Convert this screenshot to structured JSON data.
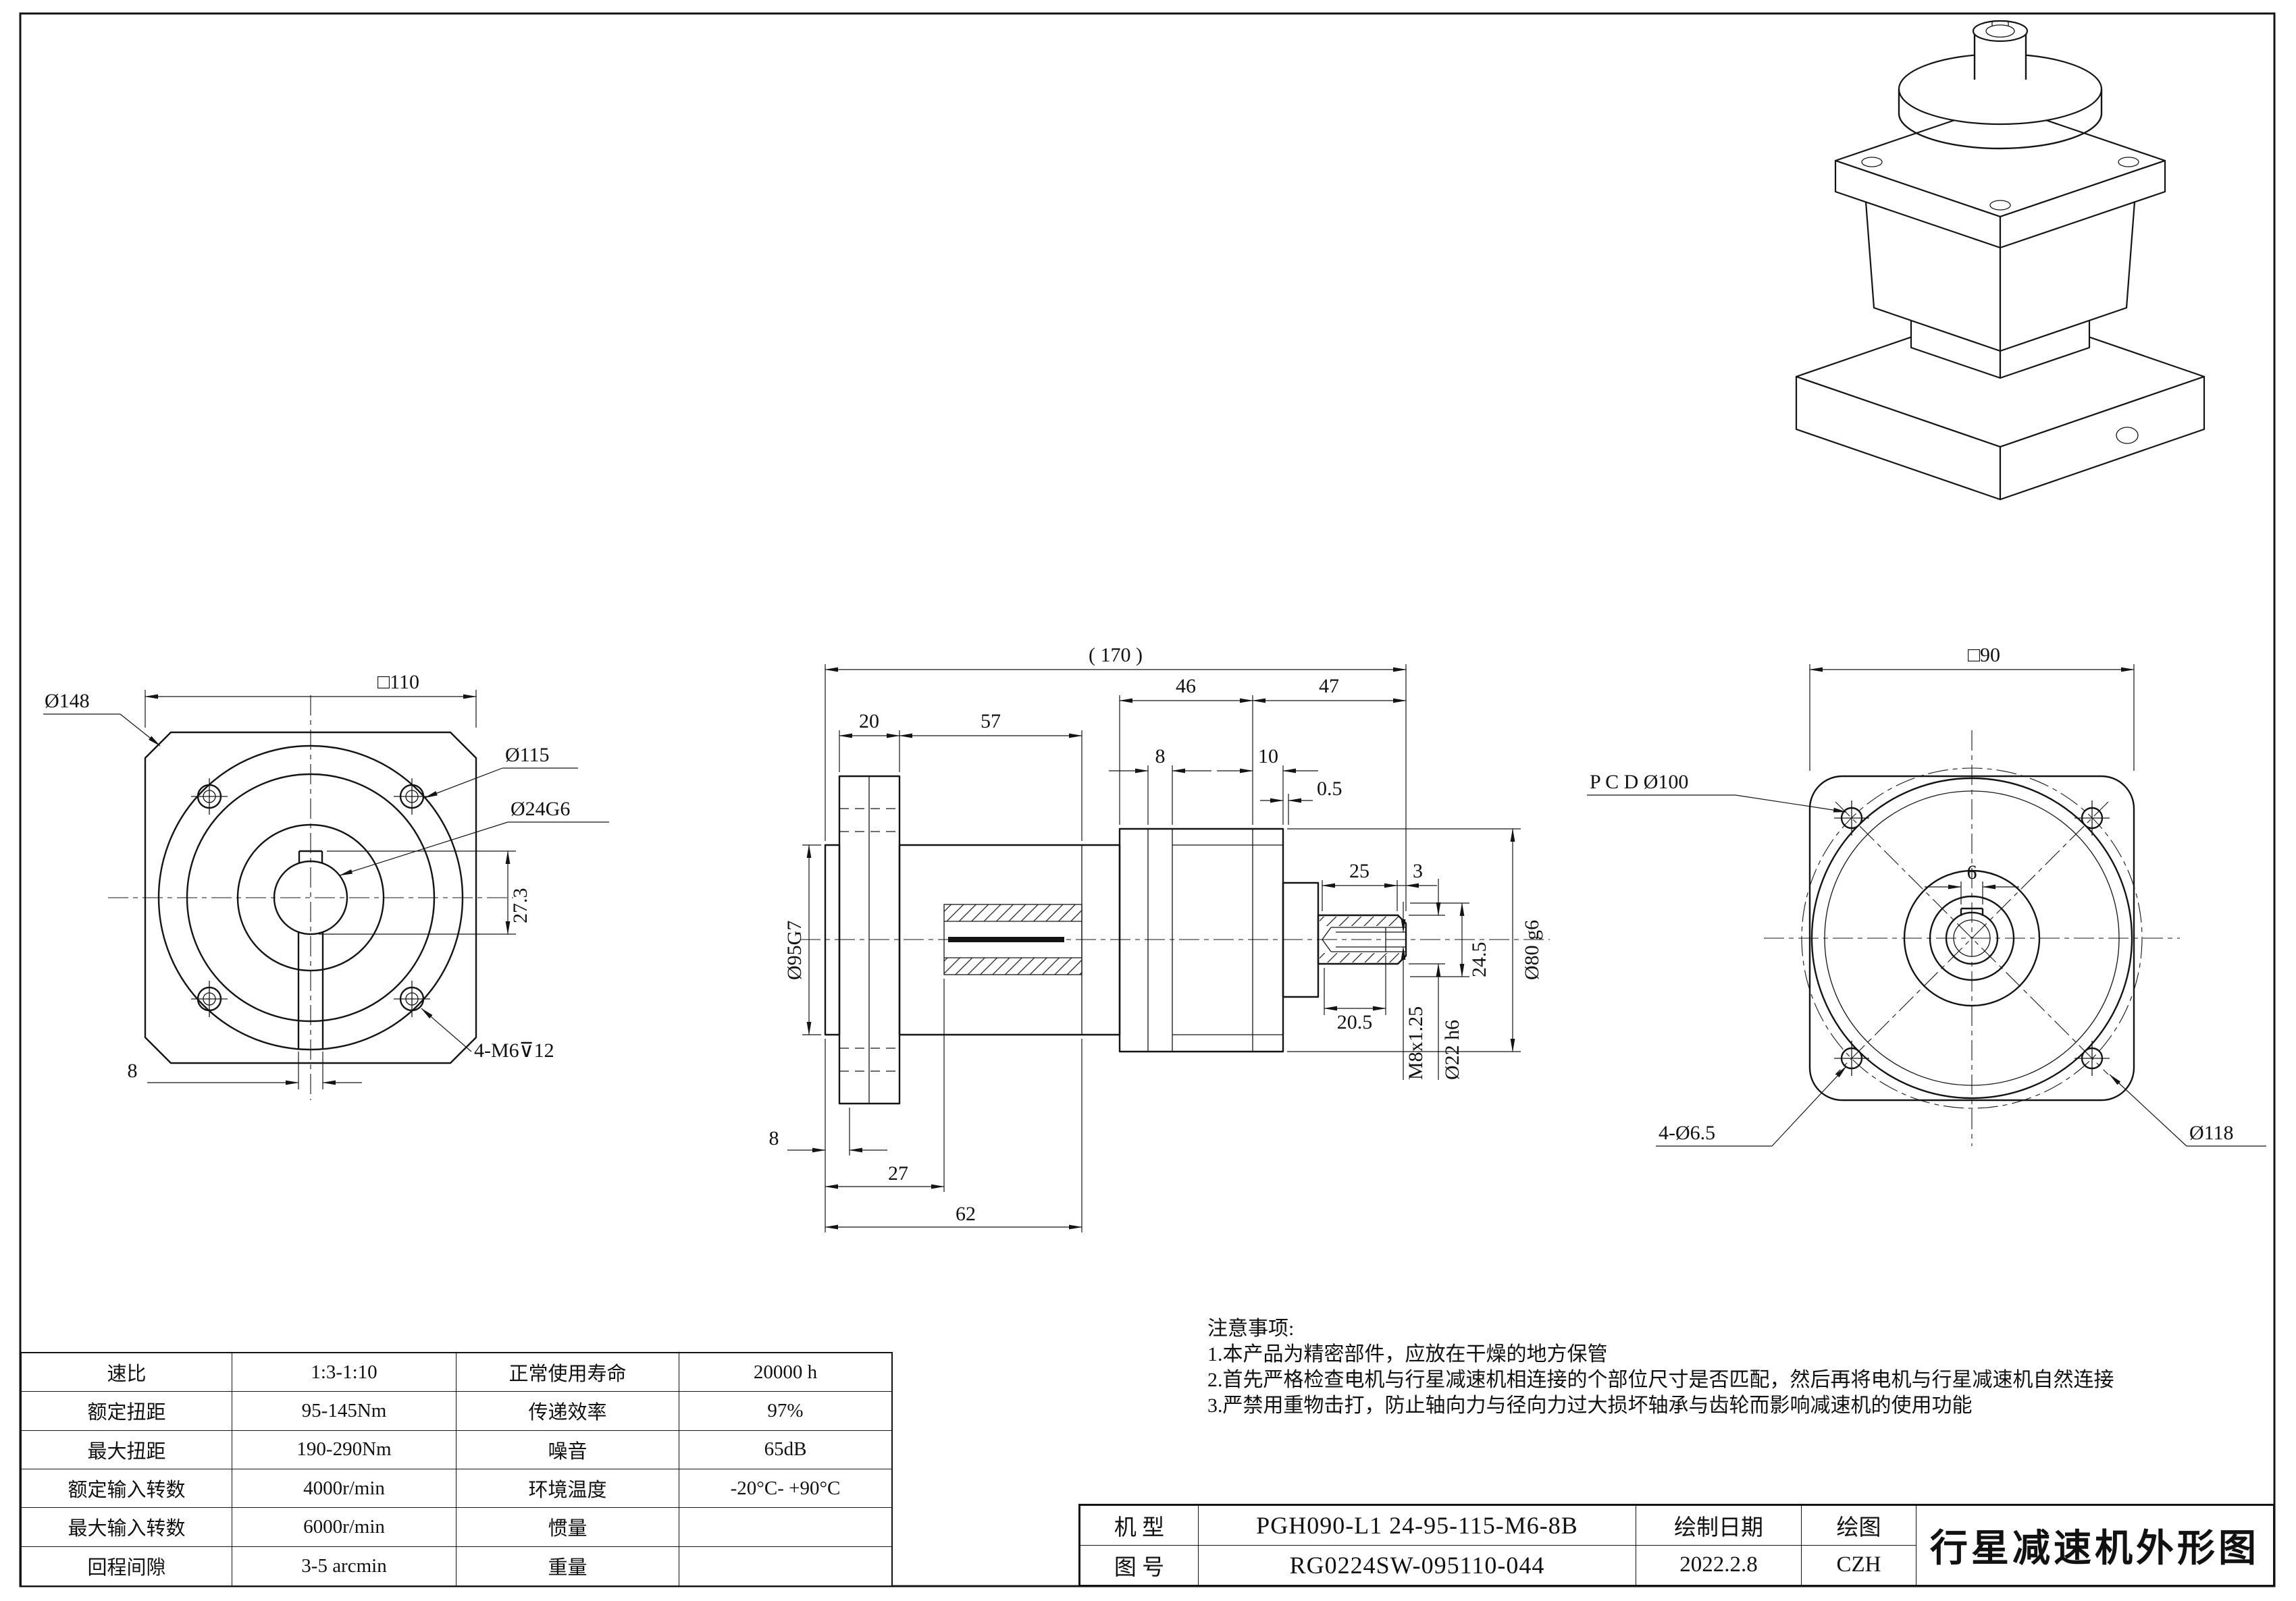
{
  "views": {
    "front": {
      "sq": "□110",
      "d148": "Ø148",
      "d115": "Ø115",
      "d24": "Ø24G6",
      "d273": "27.3",
      "d8": "8",
      "m6": "4-M6⊽12"
    },
    "side": {
      "d170": "( 170 )",
      "d46": "46",
      "d47": "47",
      "d20": "20",
      "d57": "57",
      "d8t": "8",
      "d10": "10",
      "d05": "0.5",
      "d95": "Ø95G7",
      "d25": "25",
      "d3": "3",
      "d245": "24.5",
      "d80": "Ø80 g6",
      "d205": "20.5",
      "m8": "M8x1.25",
      "d22": "Ø22 h6",
      "d8b": "8",
      "d27": "27",
      "d62": "62"
    },
    "rear": {
      "sq": "□90",
      "pcd": "P C D Ø100",
      "d6": "6",
      "d65": "4-Ø6.5",
      "d118": "Ø118"
    }
  },
  "spec_table": {
    "rows": [
      [
        "速比",
        "1:3-1:10",
        "正常使用寿命",
        "20000 h"
      ],
      [
        "额定扭距",
        "95-145Nm",
        "传递效率",
        "97%"
      ],
      [
        "最大扭距",
        "190-290Nm",
        "噪音",
        "65dB"
      ],
      [
        "额定输入转数",
        "4000r/min",
        "环境温度",
        "-20°C- +90°C"
      ],
      [
        "最大输入转数",
        "6000r/min",
        "惯量",
        ""
      ],
      [
        "回程间隙",
        "3-5 arcmin",
        "重量",
        ""
      ]
    ]
  },
  "notes": {
    "heading": "注意事项:",
    "line1": "1.本产品为精密部件，应放在干燥的地方保管",
    "line2": "2.首先严格检查电机与行星减速机相连接的个部位尺寸是否匹配，然后再将电机与行星减速机自然连接",
    "line3": "3.严禁用重物击打，防止轴向力与径向力过大损坏轴承与齿轮而影响减速机的使用功能"
  },
  "title_block": {
    "model_label": "机 型",
    "model_value": "PGH090-L1 24-95-115-M6-8B",
    "date_label": "绘制日期",
    "drawn_label": "绘图",
    "no_label": "图 号",
    "no_value": "RG0224SW-095110-044",
    "date_value": "2022.2.8",
    "drawn_value": "CZH",
    "title": "行星减速机外形图"
  }
}
